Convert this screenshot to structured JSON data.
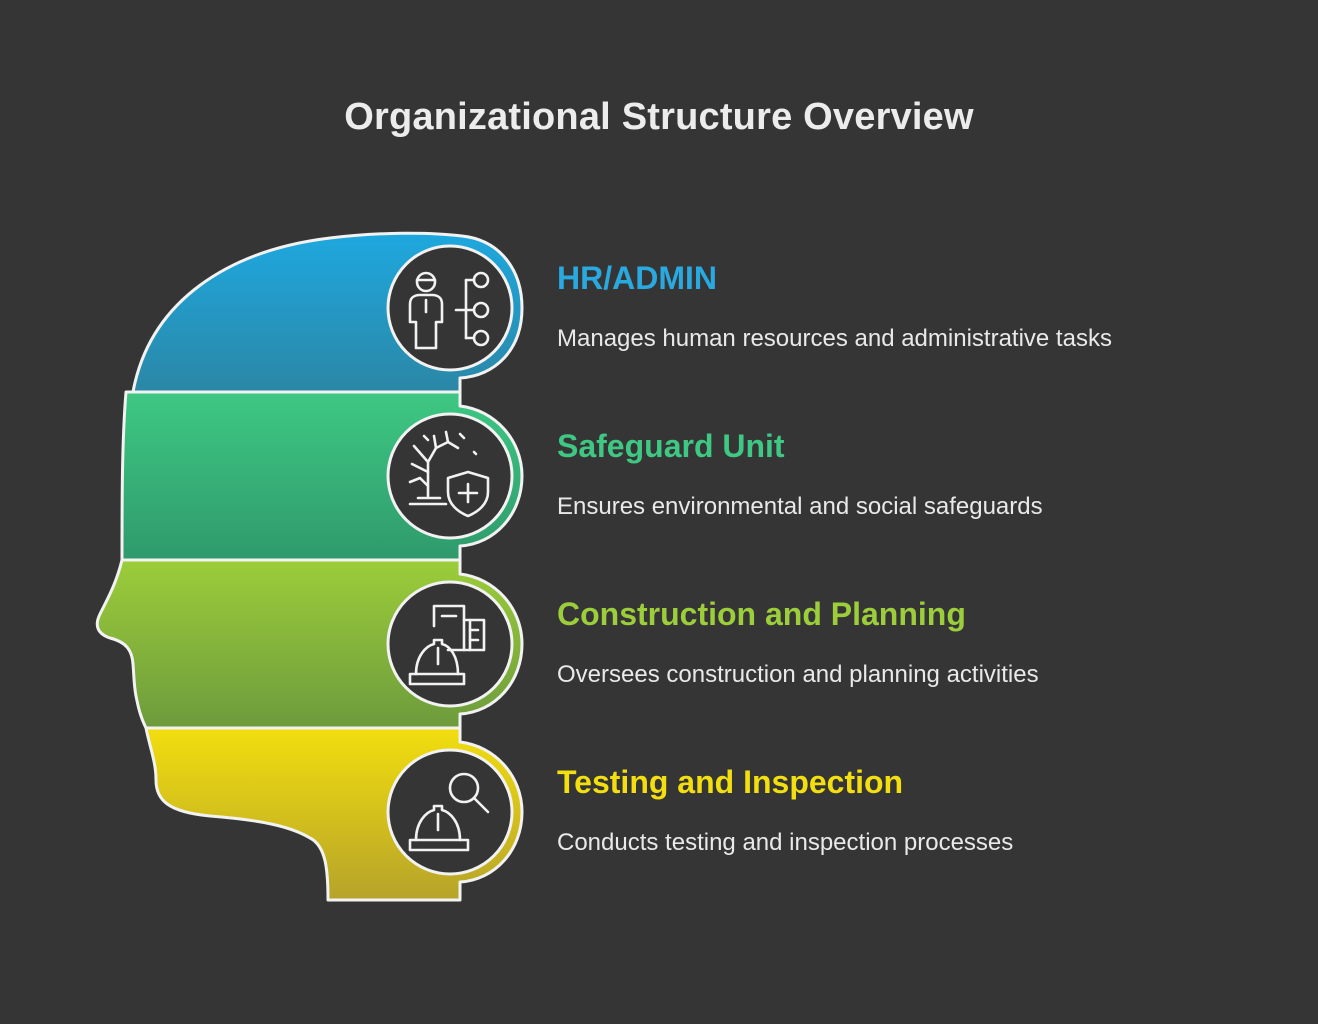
{
  "title": "Organizational Structure Overview",
  "colors": {
    "background": "#353535",
    "hr_admin": "#29a9e0",
    "safeguard": "#3ec883",
    "construction": "#9ccd3a",
    "testing": "#f3df10"
  },
  "sections": [
    {
      "heading": "HR/ADMIN",
      "description": "Manages human resources and administrative tasks",
      "icon": "org-chart-person-icon",
      "color": "#29a9e0"
    },
    {
      "heading": "Safeguard Unit",
      "description": "Ensures environmental and social safeguards",
      "icon": "tree-shield-icon",
      "color": "#3ec883"
    },
    {
      "heading": "Construction and Planning",
      "description": "Oversees construction and planning activities",
      "icon": "building-hardhat-icon",
      "color": "#9ccd3a"
    },
    {
      "heading": "Testing and Inspection",
      "description": "Conducts testing and inspection processes",
      "icon": "hardhat-magnifier-icon",
      "color": "#f3df10"
    }
  ]
}
